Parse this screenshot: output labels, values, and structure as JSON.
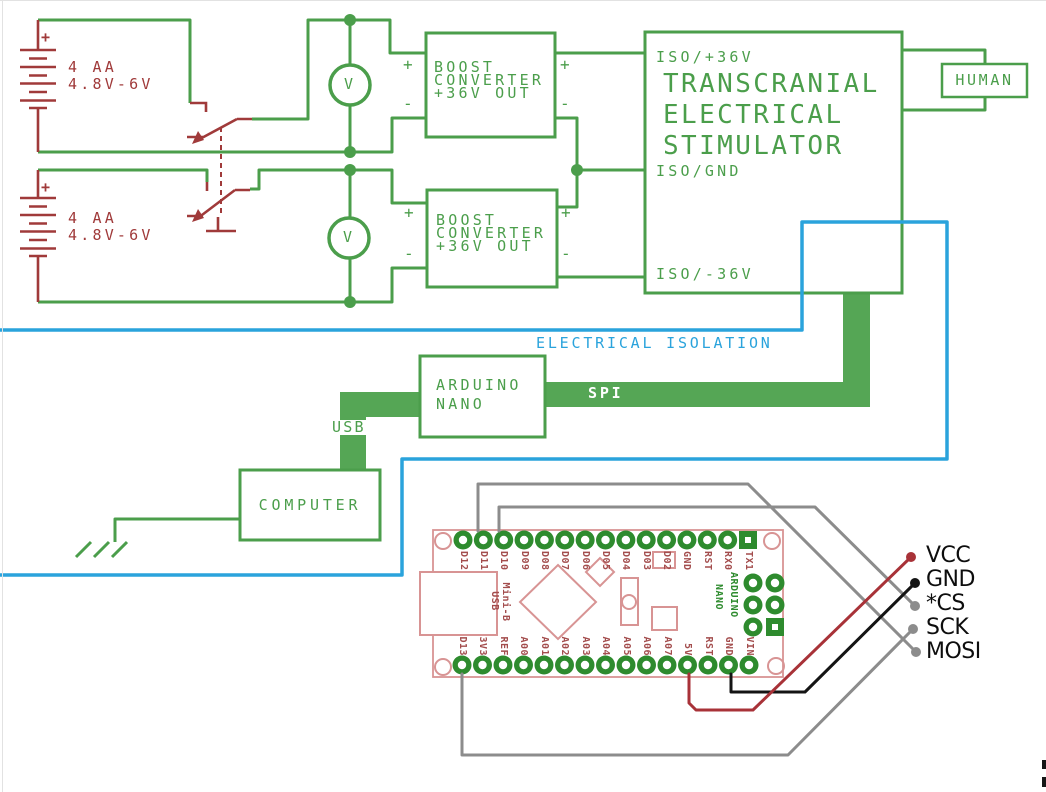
{
  "colors": {
    "schematic_green": "#4b9e4b",
    "bus_green": "#55a655",
    "pin_green": "#2e8b2e",
    "battery_red": "#a03a3a",
    "board_outline_red": "#d89494",
    "board_label_red": "#a34d4d",
    "isolation_blue": "#2aa3dc",
    "wire_gray": "#8c8c8c",
    "wire_red": "#a83238",
    "wire_black": "#141414",
    "text_black": "#0d0d0d"
  },
  "power": {
    "battery1": {
      "plus": "+",
      "line1": "4 AA",
      "line2": "4.8V-6V"
    },
    "battery2": {
      "plus": "+",
      "line1": "4 AA",
      "line2": "4.8V-6V"
    },
    "voltmeter1": "V",
    "voltmeter2": "V",
    "boost1": {
      "lines": [
        "BOOST",
        "CONVERTER",
        "+36V OUT"
      ],
      "in_plus": "+",
      "in_minus": "-",
      "out_plus": "+",
      "out_minus": "-"
    },
    "boost2": {
      "lines": [
        "BOOST",
        "CONVERTER",
        "+36V OUT"
      ],
      "in_plus": "+",
      "in_minus": "-",
      "out_plus": "+",
      "out_minus": "-"
    }
  },
  "stimulator": {
    "pin_top": "ISO/+36V",
    "title_lines": [
      "TRANSCRANIAL",
      "ELECTRICAL",
      "STIMULATOR"
    ],
    "pin_mid": "ISO/GND",
    "pin_bottom": "ISO/-36V"
  },
  "human": {
    "label": "HUMAN"
  },
  "isolation": {
    "label": "ELECTRICAL ISOLATION"
  },
  "arduino": {
    "box_line1": "ARDUINO",
    "box_line2": "NANO",
    "spi_label": "SPI",
    "usb_label": "USB"
  },
  "computer": {
    "label": "COMPUTER"
  },
  "board": {
    "top_pins": [
      "D12",
      "D11",
      "D10",
      "D09",
      "D08",
      "D07",
      "D06",
      "D05",
      "D04",
      "D03",
      "D02",
      "GND",
      "RST",
      "RX0",
      "TX1"
    ],
    "bottom_pins": [
      "D13",
      "3V3",
      "REF",
      "A00",
      "A01",
      "A02",
      "A03",
      "A04",
      "A05",
      "A06",
      "A07",
      "5V",
      "RST",
      "GND",
      "VIN"
    ],
    "connector_line1": "USB",
    "connector_line2": "Mini-B",
    "silk_line1": "ARDUINO",
    "silk_line2": "NANO"
  },
  "signals": [
    {
      "label": "VCC",
      "color": "#a83238"
    },
    {
      "label": "GND",
      "color": "#141414"
    },
    {
      "label": "*CS",
      "color": "#8c8c8c"
    },
    {
      "label": "SCK",
      "color": "#8c8c8c"
    },
    {
      "label": "MOSI",
      "color": "#8c8c8c"
    }
  ]
}
